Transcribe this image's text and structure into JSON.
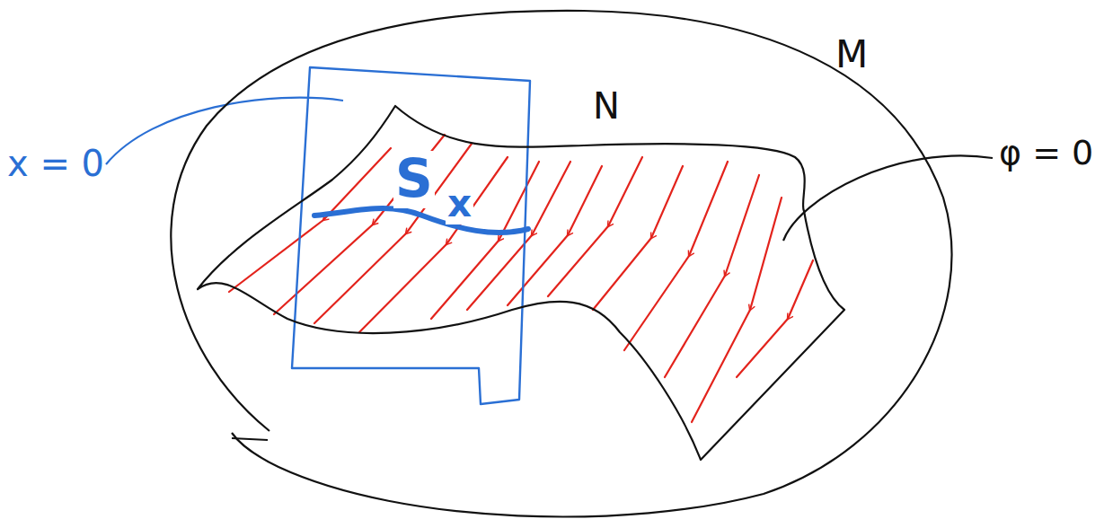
{
  "diagram": {
    "nodes": [
      {
        "text": [
          "M"
        ]
      },
      {
        "text": [
          "N"
        ],
        "in": 0
      }
    ],
    "labels": [
      "x = 0",
      "S",
      "x",
      "φ = 0"
    ]
  }
}
